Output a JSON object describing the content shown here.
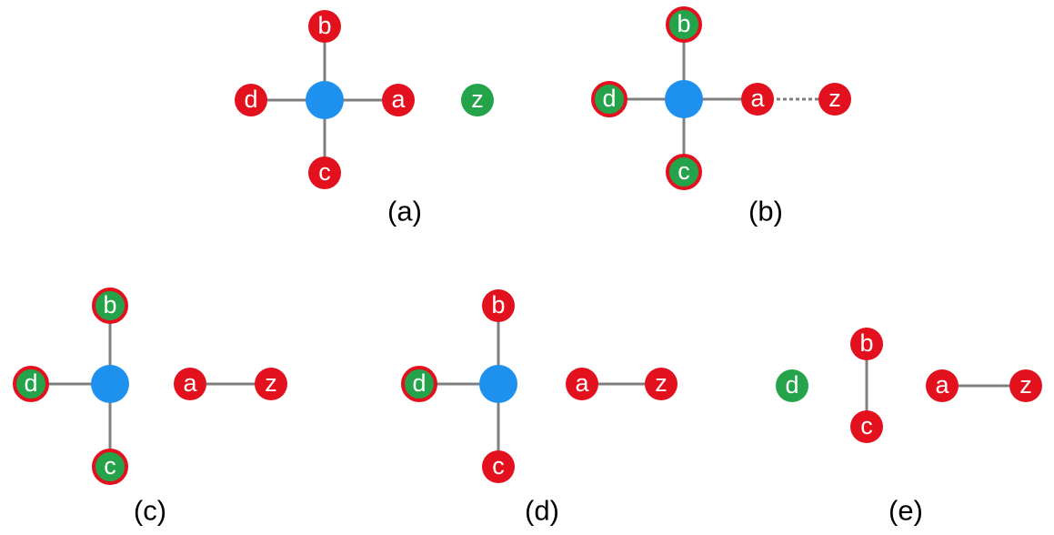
{
  "colors": {
    "red": "#e3101e",
    "green": "#24a34a",
    "blue": "#1e90ee",
    "edge": "#7f7f7f",
    "caption": "#000000"
  },
  "panels": [
    {
      "caption": "(a)",
      "nodes": [
        {
          "id": "center",
          "label": "",
          "kind": "blue"
        },
        {
          "id": "b",
          "label": "b",
          "kind": "red"
        },
        {
          "id": "d",
          "label": "d",
          "kind": "red"
        },
        {
          "id": "a",
          "label": "a",
          "kind": "red"
        },
        {
          "id": "c",
          "label": "c",
          "kind": "red"
        },
        {
          "id": "z",
          "label": "z",
          "kind": "green"
        }
      ],
      "edges": [
        {
          "from": "center",
          "to": "b",
          "style": "solid"
        },
        {
          "from": "center",
          "to": "d",
          "style": "solid"
        },
        {
          "from": "center",
          "to": "a",
          "style": "solid"
        },
        {
          "from": "center",
          "to": "c",
          "style": "solid"
        }
      ]
    },
    {
      "caption": "(b)",
      "nodes": [
        {
          "id": "center",
          "label": "",
          "kind": "blue"
        },
        {
          "id": "b",
          "label": "b",
          "kind": "green-ring"
        },
        {
          "id": "d",
          "label": "d",
          "kind": "green-ring"
        },
        {
          "id": "a",
          "label": "a",
          "kind": "red"
        },
        {
          "id": "c",
          "label": "c",
          "kind": "green-ring"
        },
        {
          "id": "z",
          "label": "z",
          "kind": "red"
        }
      ],
      "edges": [
        {
          "from": "center",
          "to": "b",
          "style": "solid"
        },
        {
          "from": "center",
          "to": "d",
          "style": "solid"
        },
        {
          "from": "center",
          "to": "a",
          "style": "solid"
        },
        {
          "from": "center",
          "to": "c",
          "style": "solid"
        },
        {
          "from": "a",
          "to": "z",
          "style": "dotted"
        }
      ]
    },
    {
      "caption": "(c)",
      "nodes": [
        {
          "id": "center",
          "label": "",
          "kind": "blue"
        },
        {
          "id": "b",
          "label": "b",
          "kind": "green-ring"
        },
        {
          "id": "d",
          "label": "d",
          "kind": "green-ring"
        },
        {
          "id": "c",
          "label": "c",
          "kind": "green-ring"
        },
        {
          "id": "a",
          "label": "a",
          "kind": "red"
        },
        {
          "id": "z",
          "label": "z",
          "kind": "red"
        }
      ],
      "edges": [
        {
          "from": "center",
          "to": "b",
          "style": "solid"
        },
        {
          "from": "center",
          "to": "d",
          "style": "solid"
        },
        {
          "from": "center",
          "to": "c",
          "style": "solid"
        },
        {
          "from": "a",
          "to": "z",
          "style": "solid"
        }
      ]
    },
    {
      "caption": "(d)",
      "nodes": [
        {
          "id": "center",
          "label": "",
          "kind": "blue"
        },
        {
          "id": "b",
          "label": "b",
          "kind": "red"
        },
        {
          "id": "d",
          "label": "d",
          "kind": "green-ring"
        },
        {
          "id": "c",
          "label": "c",
          "kind": "red"
        },
        {
          "id": "a",
          "label": "a",
          "kind": "red"
        },
        {
          "id": "z",
          "label": "z",
          "kind": "red"
        }
      ],
      "edges": [
        {
          "from": "center",
          "to": "b",
          "style": "solid"
        },
        {
          "from": "center",
          "to": "d",
          "style": "solid"
        },
        {
          "from": "center",
          "to": "c",
          "style": "solid"
        },
        {
          "from": "a",
          "to": "z",
          "style": "solid"
        }
      ]
    },
    {
      "caption": "(e)",
      "nodes": [
        {
          "id": "d",
          "label": "d",
          "kind": "green"
        },
        {
          "id": "b",
          "label": "b",
          "kind": "red"
        },
        {
          "id": "c",
          "label": "c",
          "kind": "red"
        },
        {
          "id": "a",
          "label": "a",
          "kind": "red"
        },
        {
          "id": "z",
          "label": "z",
          "kind": "red"
        }
      ],
      "edges": [
        {
          "from": "b",
          "to": "c",
          "style": "solid"
        },
        {
          "from": "a",
          "to": "z",
          "style": "solid"
        }
      ]
    }
  ]
}
